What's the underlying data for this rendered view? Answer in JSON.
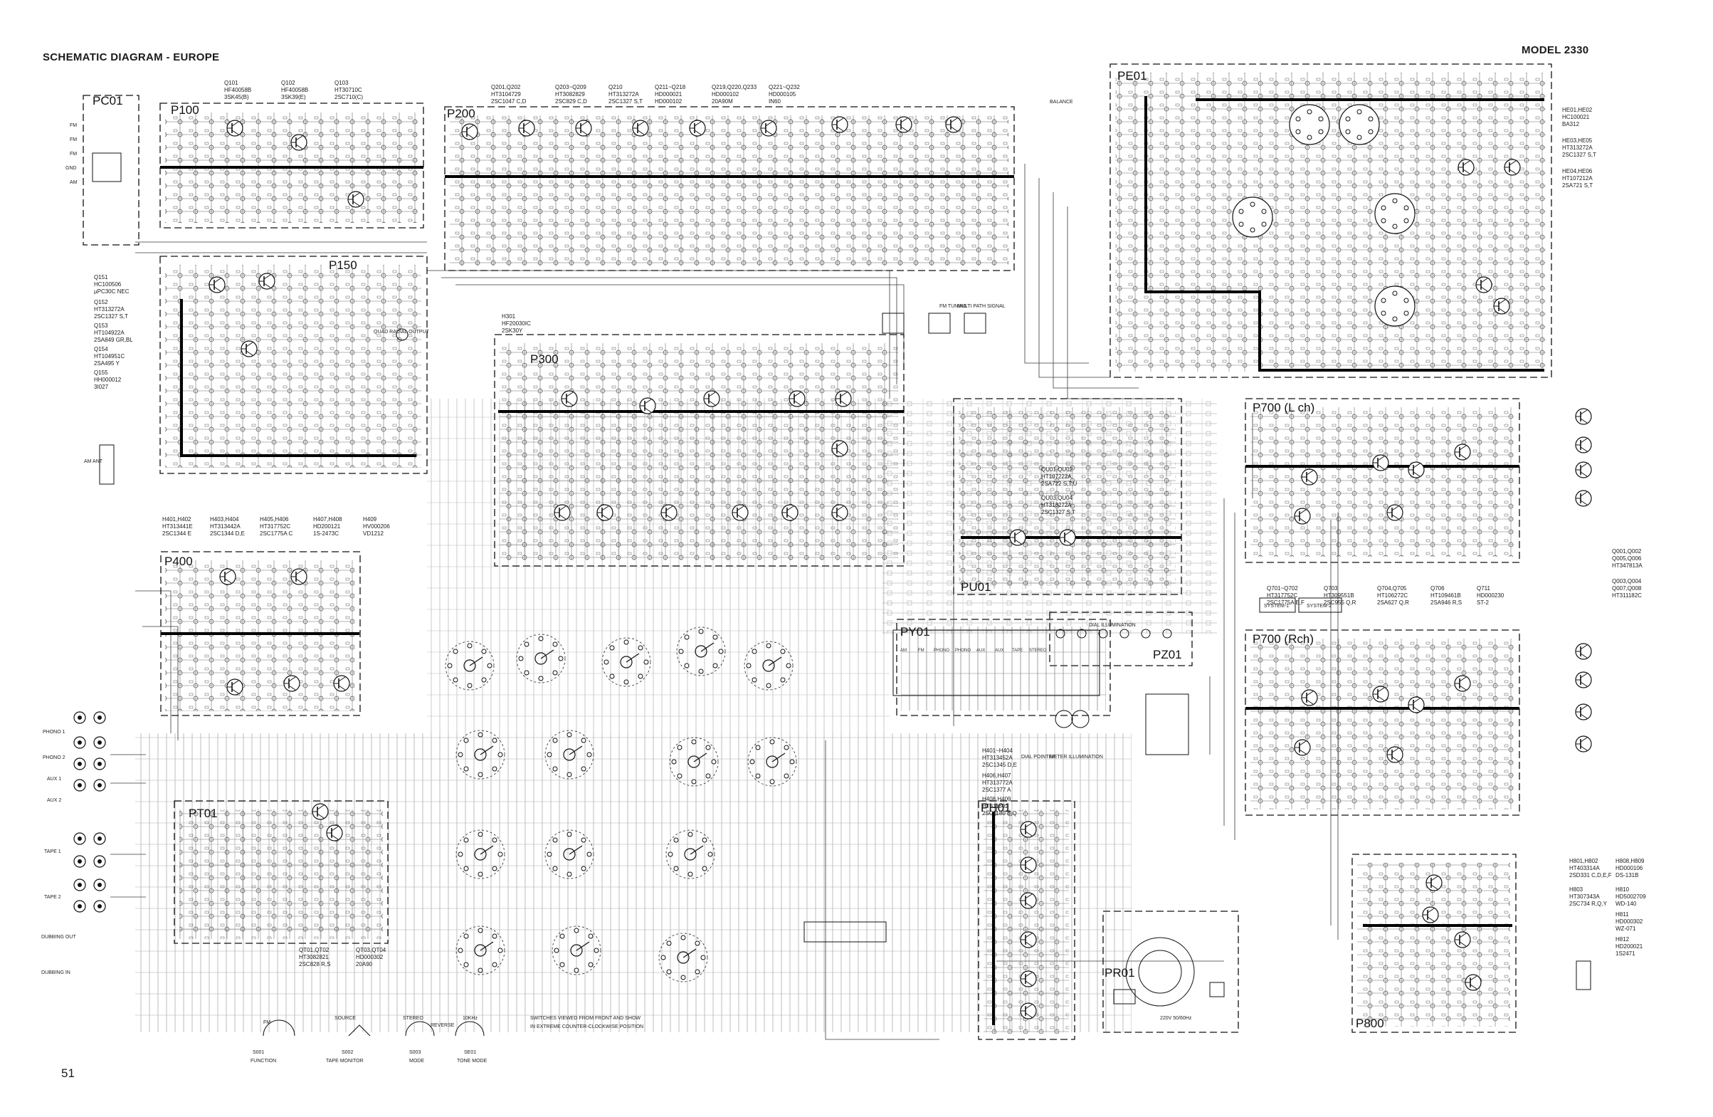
{
  "header": {
    "title": "SCHEMATIC DIAGRAM - EUROPE",
    "model": "MODEL 2330",
    "page_number": "51"
  },
  "blocks": {
    "pc01": "PC01",
    "p100": "P100",
    "p150": "P150",
    "p200": "P200",
    "p300": "P300",
    "p400": "P400",
    "pt01": "PT01",
    "pe01": "PE01",
    "pu01": "PU01",
    "py01": "PY01",
    "pz01": "PZ01",
    "ph01": "PH01",
    "pr01": "PR01",
    "p700l": "P700 (L ch)",
    "p700r": "P700 (Rch)",
    "p800": "P800"
  },
  "labels": {
    "balance": "BALANCE",
    "quad_output": "QUAD RADIAL OUTPUT",
    "fm_tuning": "FM TUNING",
    "multipath": "MULTI PATH SIGNAL",
    "dial_illumination": "DIAL ILLUMINATION",
    "dial_pointer": "DIAL POINTER",
    "meter_illumination": "METER ILLUMINATION",
    "am_ant": "AM ANT",
    "system1": "SYSTEM-1",
    "system2": "SYSTEM-2",
    "tape1": "TAPE 1",
    "tape2": "TAPE 2",
    "dubbing_out": "DUBBING OUT",
    "dubbing_in": "DUBBING IN",
    "phono1": "PHONO 1",
    "phono2": "PHONO 2",
    "aux1": "AUX 1",
    "aux2": "AUX 2",
    "function": "FUNCTION",
    "tape_monitor": "TAPE MONITOR",
    "mode": "MODE",
    "tone_mode": "TONE MODE",
    "s001": "S001",
    "s002": "S002",
    "s003": "S003",
    "se01": "SE01",
    "source": "SOURCE",
    "stereo": "STEREO",
    "reverse": "REVERSE",
    "khz": "10KHz",
    "switch_note_1": "SWITCHES VIEWED FROM FRONT AND SHOW",
    "switch_note_2": "IN EXTREME COUNTER-CLOCKWISE POSITION",
    "input_labels": [
      "FM",
      "FM",
      "FM",
      "GND",
      "AM"
    ],
    "selector_labels": [
      "AM",
      "FM",
      "PHONO",
      "PHONO",
      "AUX",
      "AUX",
      "TAPE",
      "STEREO"
    ],
    "power": "220V 50/60Hz"
  },
  "parts": {
    "q101": "Q101\nHF40058B\n3SK45(B)",
    "q102": "Q102\nHF40058B\n3SK39(E)",
    "q103": "Q103\nHT30710C\n2SC710(C)",
    "q201": "Q201,Q202\nHT3104729\n2SC1047 C,D",
    "q203": "Q203~Q209\nHT3082829\n2SC829 C,D",
    "q210": "Q210\nHT313272A\n2SC1327 S,T",
    "q211": "Q211~Q218\nHD000021\nHD000102",
    "q219": "Q219,Q220,Q233\nHD000102\n20A90M",
    "q221": "Q221~Q232\nHD000105\nIN60",
    "q151": "Q151\nHC100506\nµPC30C NEC",
    "q152": "Q152\nHT313272A\n2SC1327 S,T",
    "q153": "Q153\nHT104922A\n2SA849 GR,BL",
    "q154": "Q154\nHT104951C\n2SA495 Y",
    "q155": "Q155\nHH000012\n3I027",
    "h301": "H301\nHF20030IC\n2SK30Y",
    "h401": "H401,H402\nHT313441E\n2SC1344 E",
    "h403": "H403,H404\nHT313442A\n2SC1344 D,E",
    "h405": "H405,H406\nHT317752C\n2SC1775A C",
    "h407": "H407,H408\nHD200121\n1S-2473C",
    "h409": "H409\nHV000206\nVD1212",
    "qt01": "QT01,QT02\nHT3082821\n2SC828 R,S",
    "qt03": "QT03,QT04\nHD000302\n20A90",
    "he01": "HE01,HE02\nHC100021\nBA312",
    "he03": "HE03,HE05\nHT313272A\n2SC1327 S,T",
    "he04": "HE04,HE06\nHT107212A\n2SA721 S,T",
    "qu01": "QU01,QU02\nHT107222A\n2SA722 S,T,U",
    "qu03": "QU03,QU04\nHT313272A\n2SC1327 S,T",
    "q701": "Q701~Q702\nHT317752C\n2SC1775A E,F",
    "q703": "Q703\nHT309551B\n2SC955 Q,R",
    "q704": "Q704,Q705\nHT106272C\n2SA627 Q,R",
    "q706": "Q706\nHT109461B\n2SA946 R,S",
    "q711": "Q711\nHD000230\nST-2",
    "q001": "Q001,Q002\nQ005,Q006\nHT347813A",
    "q003": "Q003,Q004\nQ007,Q008\nHT311182C",
    "h801": "H801,H802\nHT403314A\n2SD331 C,D,E,F",
    "h803": "H803\nHT307343A\n2SC734 R,Q,Y",
    "h808": "H808,H809\nHD000106\nDS-131B",
    "h810": "H810\nHD5002709\nWD-140",
    "h811": "H811\nHD000302\nWZ-071",
    "h812": "H812\nHD200021\n1S2471",
    "h401_h404": "H401~H404\nHT313452A\n2SC1345 D,E",
    "h406": "H406,H407\nHT313772A\n2SC1377 A",
    "h408": "H408,H409\nHT311802\n2SC1180 B,Q"
  }
}
